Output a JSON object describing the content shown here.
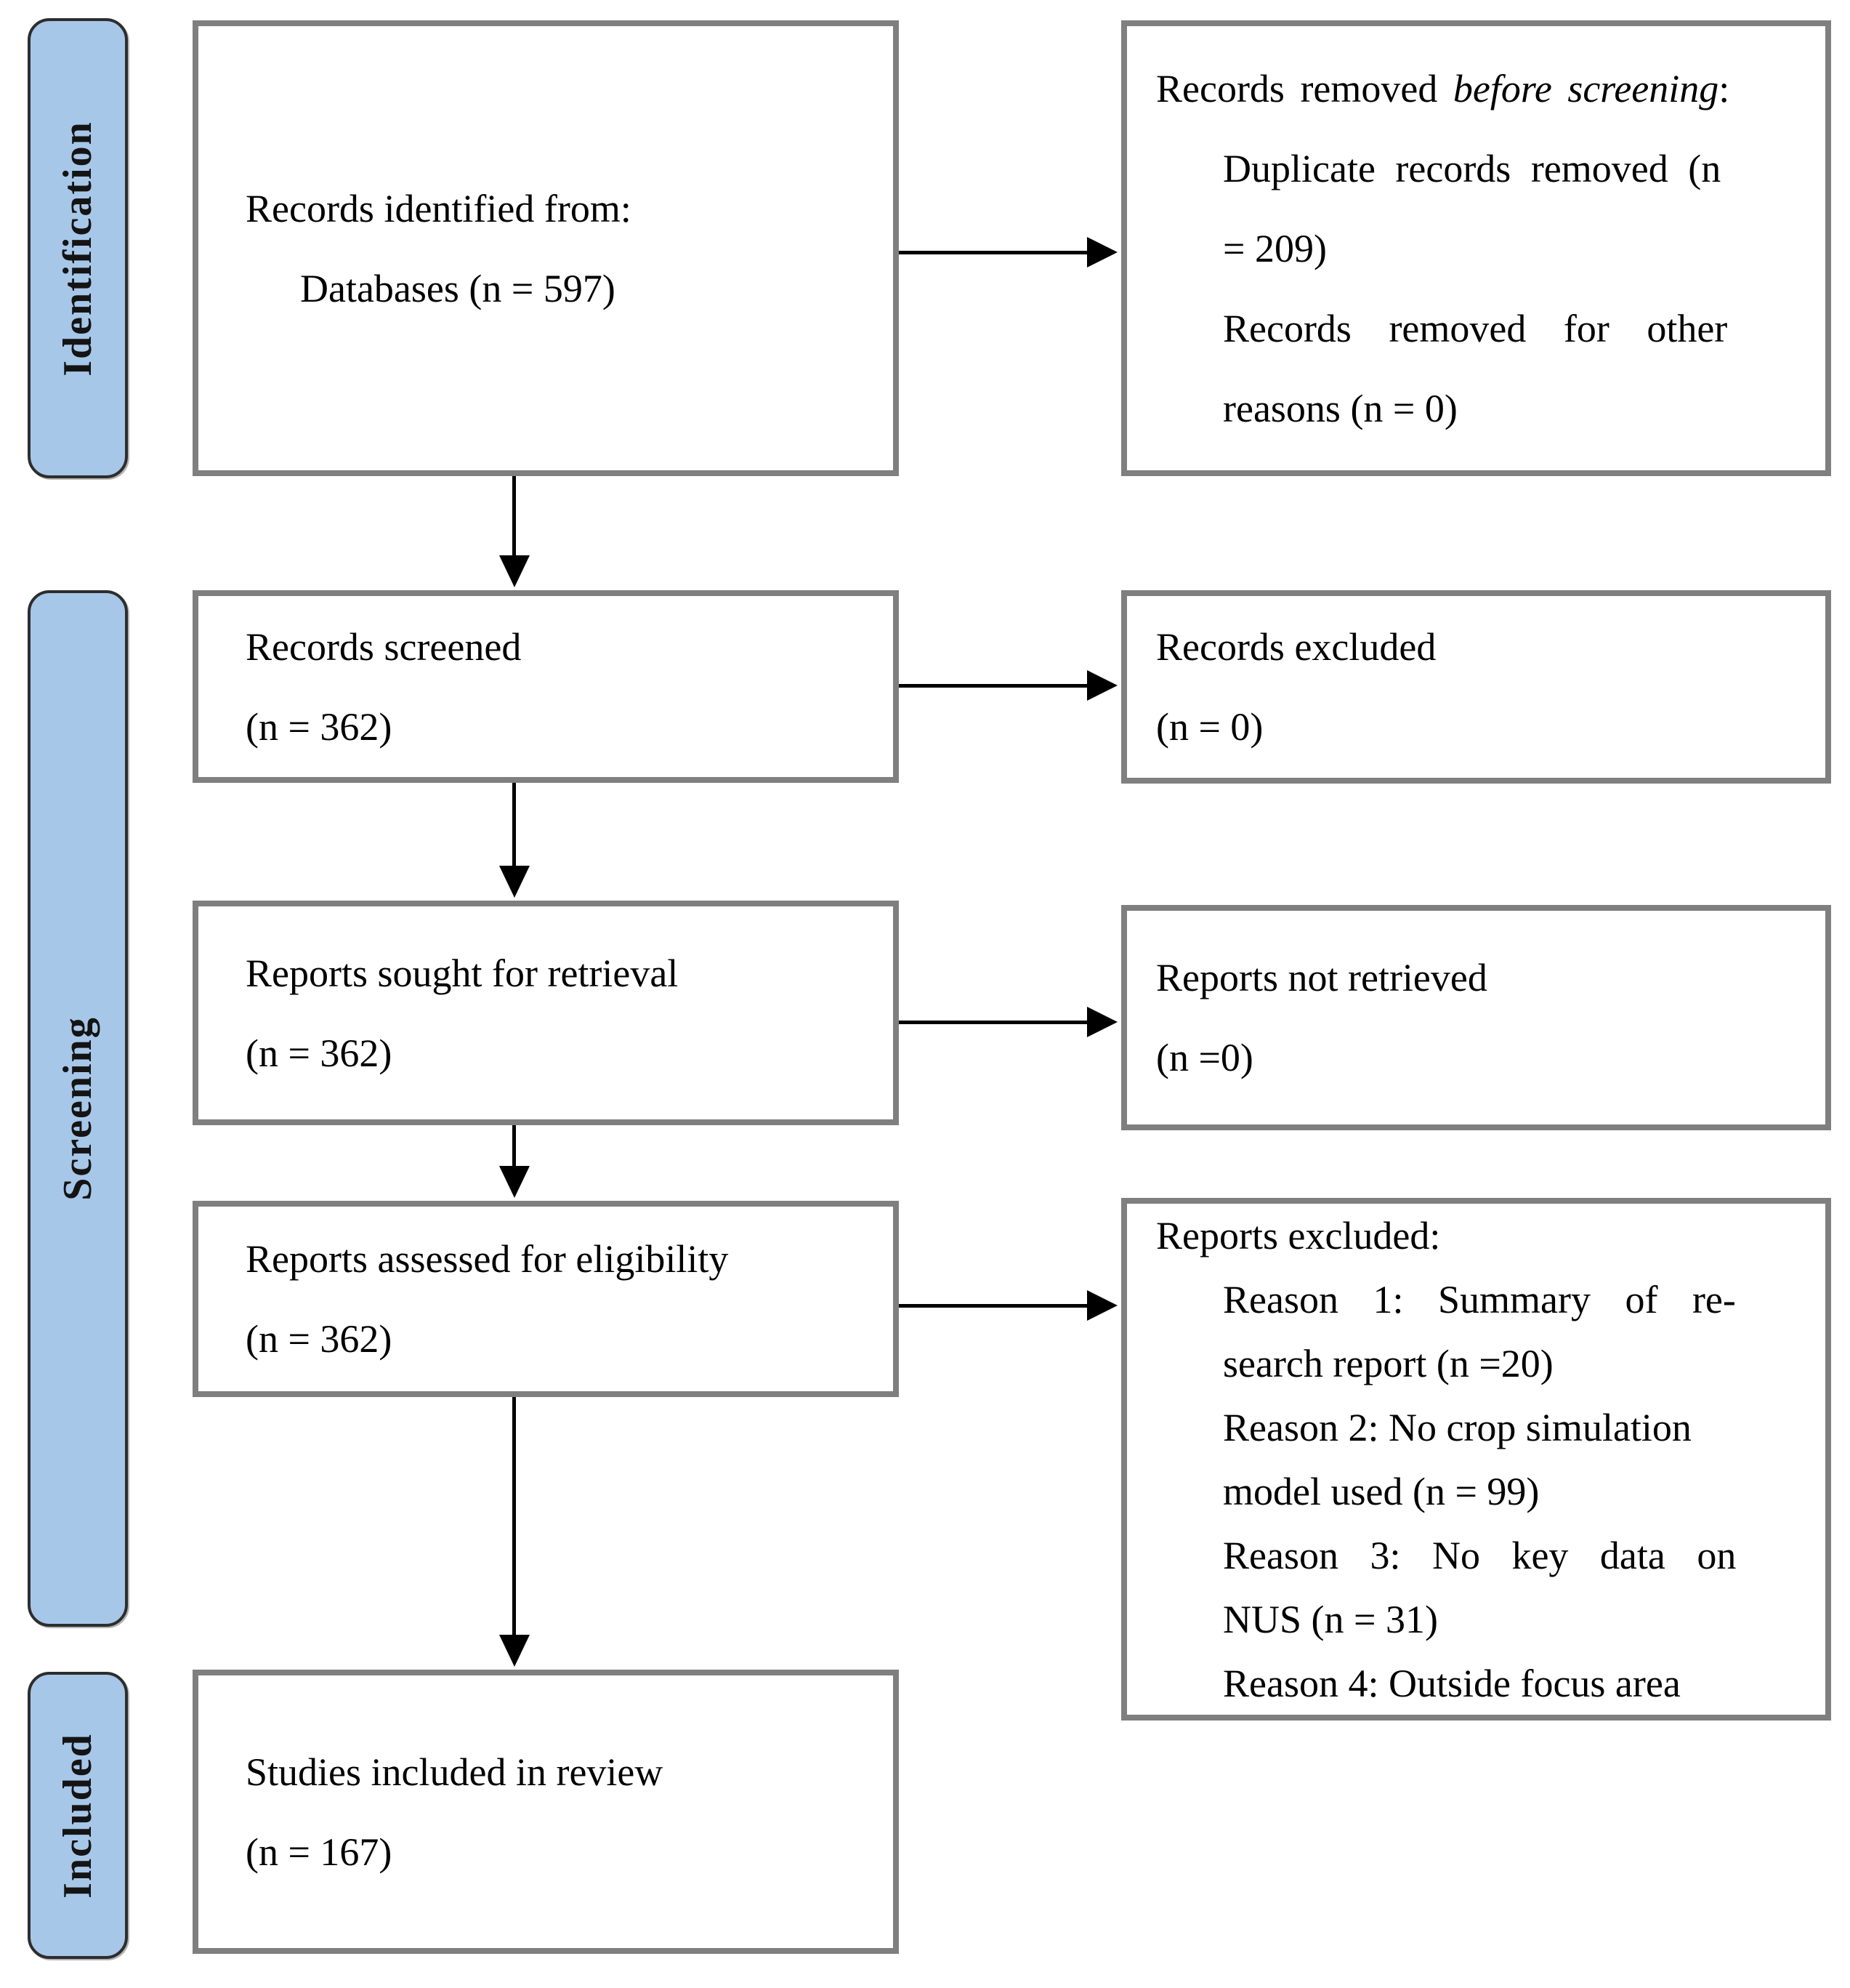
{
  "diagram": {
    "stages": [
      {
        "label": "Identification"
      },
      {
        "label": "Screening"
      },
      {
        "label": "Included"
      }
    ],
    "boxes": {
      "identified": {
        "lines": [
          "Records identified from:",
          "Databases (n = 597)"
        ]
      },
      "removed": {
        "title_prefix": "Records removed ",
        "title_italic": "before screening",
        "title_suffix": ":",
        "items": [
          "Duplicate records removed (n",
          "= 209)",
          "Records removed for other",
          "reasons (n = 0)"
        ]
      },
      "screened": {
        "lines": [
          "Records screened",
          "(n = 362)"
        ]
      },
      "excluded": {
        "lines": [
          "Records excluded",
          "(n = 0)"
        ]
      },
      "sought": {
        "lines": [
          "Reports sought for retrieval",
          "(n = 362)"
        ]
      },
      "not_retrieved": {
        "lines": [
          "Reports not retrieved",
          "(n =0)"
        ]
      },
      "assessed": {
        "lines": [
          "Reports assessed for eligibility",
          "(n = 362)"
        ]
      },
      "reports_excluded": {
        "title": "Reports excluded:",
        "items": [
          "Reason 1: Summary of re-",
          "search report (n =20)",
          "Reason 2: No crop simulation",
          "model used (n = 99)",
          "Reason 3: No key data on",
          "NUS (n = 31)",
          "Reason 4: Outside focus area"
        ]
      },
      "included": {
        "lines": [
          "Studies included in review",
          "(n = 167)"
        ]
      }
    }
  }
}
